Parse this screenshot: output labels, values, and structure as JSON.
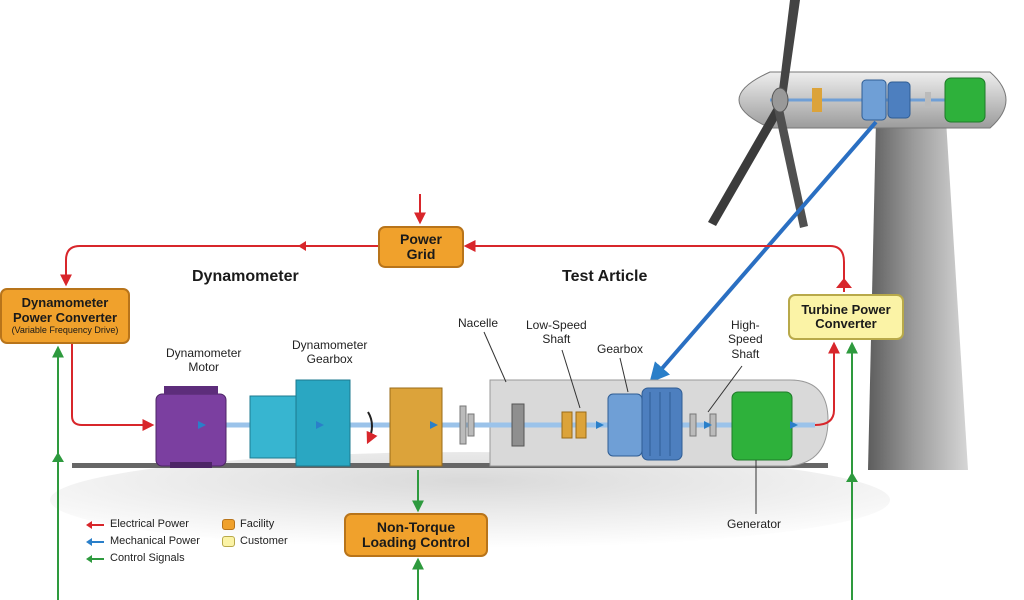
{
  "nodes": {
    "power_grid": {
      "line1": "Power",
      "line2": "Grid"
    },
    "dyn_converter": {
      "line1": "Dynamometer",
      "line2": "Power Converter",
      "line3": "(Variable Frequency Drive)"
    },
    "turbine_converter": {
      "line1": "Turbine Power",
      "line2": "Converter"
    },
    "non_torque": {
      "line1": "Non-Torque",
      "line2": "Loading Control"
    }
  },
  "sections": {
    "dynamometer": "Dynamometer",
    "test_article": "Test Article"
  },
  "labels": {
    "dyn_motor": [
      "Dynamometer",
      "Motor"
    ],
    "dyn_gearbox": [
      "Dynamometer",
      "Gearbox"
    ],
    "nacelle": "Nacelle",
    "low_speed_shaft": [
      "Low-Speed",
      "Shaft"
    ],
    "gearbox": "Gearbox",
    "high_speed_shaft": [
      "High-",
      "Speed",
      "Shaft"
    ],
    "generator": "Generator"
  },
  "legend": {
    "electrical": "Electrical Power",
    "mechanical": "Mechanical Power",
    "control": "Control Signals",
    "facility": "Facility",
    "customer": "Customer"
  },
  "colors": {
    "electrical": "#d8262b",
    "mechanical": "#2a7fc9",
    "control": "#2e9a3e",
    "facility": "#f0a12c",
    "customer": "#fbf3a6",
    "motor": "#7b3fa0",
    "dyn_gearbox": "#2aa7c2",
    "coupling": "#dca33a",
    "gearbox": "#5a8fd0",
    "generator": "#2eb13b",
    "nacelle": "#d9d9d9",
    "tower": "#8a8a8a"
  }
}
